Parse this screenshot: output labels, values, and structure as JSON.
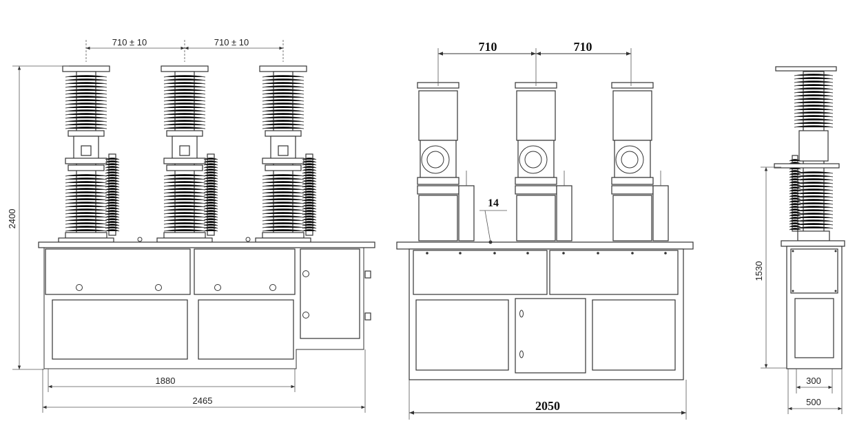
{
  "views": {
    "left": {
      "spacing_1": "710 ± 10",
      "spacing_2": "710 ± 10",
      "height": "2400",
      "width_inner": "1880",
      "width_total": "2465"
    },
    "middle": {
      "spacing_1": "710",
      "spacing_2": "710",
      "callout": "14",
      "width_total": "2050"
    },
    "right": {
      "height": "1530",
      "width_inner": "300",
      "width_total": "500"
    }
  }
}
